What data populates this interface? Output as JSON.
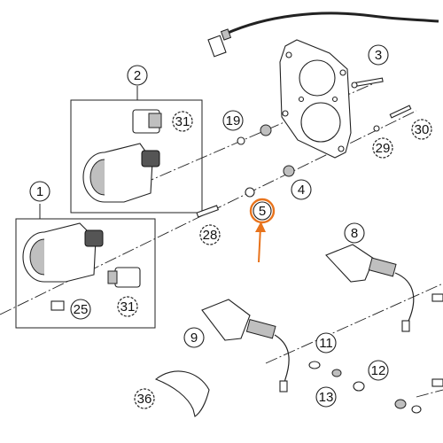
{
  "diagram": {
    "callouts": [
      {
        "id": "1",
        "label": "1",
        "shape": "circle"
      },
      {
        "id": "2",
        "label": "2",
        "shape": "circle"
      },
      {
        "id": "3",
        "label": "3",
        "shape": "circle"
      },
      {
        "id": "4",
        "label": "4",
        "shape": "circle"
      },
      {
        "id": "5",
        "label": "5",
        "shape": "circle",
        "highlight": true
      },
      {
        "id": "8",
        "label": "8",
        "shape": "circle"
      },
      {
        "id": "9",
        "label": "9",
        "shape": "circle"
      },
      {
        "id": "11",
        "label": "11",
        "shape": "circle"
      },
      {
        "id": "12",
        "label": "12",
        "shape": "circle"
      },
      {
        "id": "13",
        "label": "13",
        "shape": "circle"
      },
      {
        "id": "19",
        "label": "19",
        "shape": "circle"
      },
      {
        "id": "25",
        "label": "25",
        "shape": "circle"
      },
      {
        "id": "28",
        "label": "28",
        "shape": "gear"
      },
      {
        "id": "29",
        "label": "29",
        "shape": "gear"
      },
      {
        "id": "30",
        "label": "30",
        "shape": "gear"
      },
      {
        "id": "31a",
        "label": "31",
        "shape": "gear"
      },
      {
        "id": "31b",
        "label": "31",
        "shape": "gear"
      },
      {
        "id": "36",
        "label": "36",
        "shape": "gear"
      }
    ],
    "highlight_color": "#e8731c",
    "arrow_color": "#e8731c",
    "line_color": "#222222"
  }
}
